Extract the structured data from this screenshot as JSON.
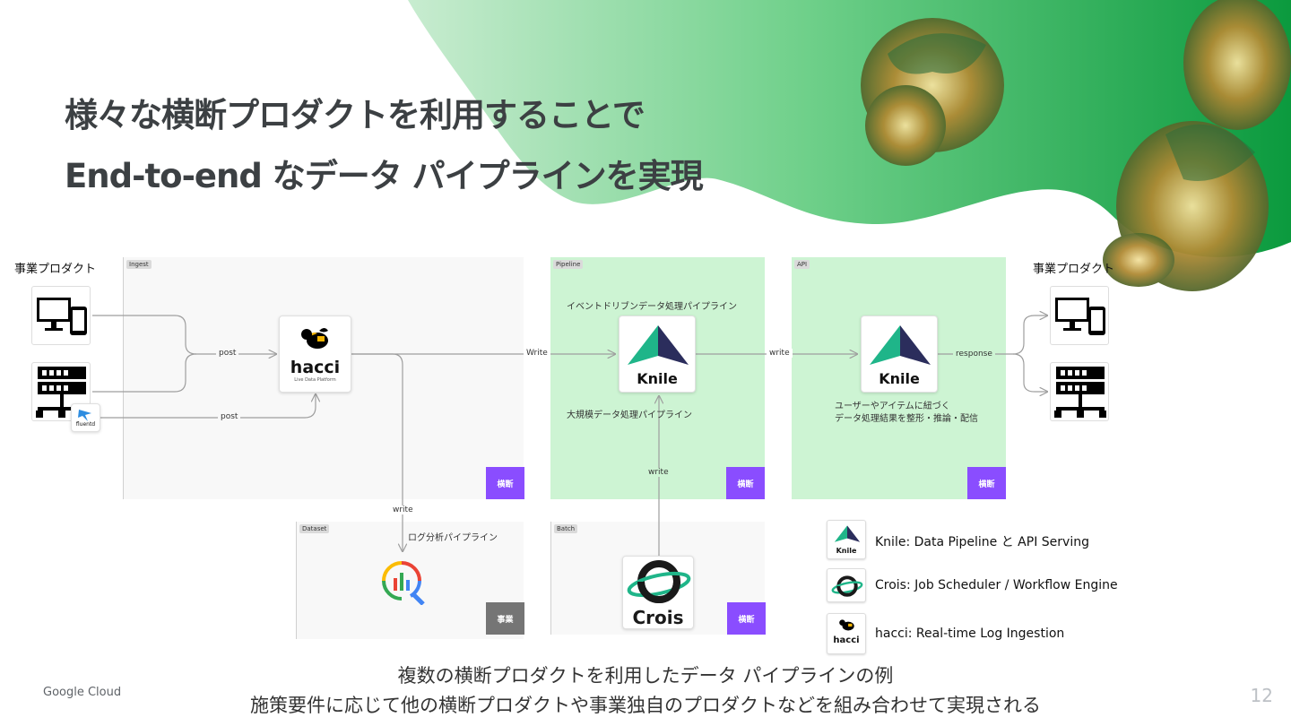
{
  "title": {
    "line1": "様々な横断プロダクトを利用することで",
    "line2": "End-to-end なデータ パイプラインを実現"
  },
  "left_side": {
    "title": "事業プロダクト"
  },
  "right_side": {
    "title": "事業プロダクト"
  },
  "panels": {
    "ingest": {
      "tag": "Ingest",
      "badge": "横断"
    },
    "pipeline": {
      "tag": "Pipeline",
      "badge": "横断",
      "caption_top": "イベントドリブンデータ処理パイプライン",
      "caption_bottom": "大規模データ処理パイプライン"
    },
    "api": {
      "tag": "API",
      "badge": "横断",
      "caption_line1": "ユーザーやアイテムに紐づく",
      "caption_line2": "データ処理結果を整形・推論・配信"
    },
    "dataset": {
      "tag": "Dataset",
      "badge": "事業",
      "caption": "ログ分析パイプライン"
    },
    "batch": {
      "tag": "Batch",
      "badge": "横断"
    }
  },
  "edges": {
    "post1": "post",
    "post2": "post",
    "write_pipeline": "Write",
    "write_api": "write",
    "write_batch": "write",
    "write_dataset": "write",
    "response": "response"
  },
  "nodes": {
    "hacci": {
      "name": "hacci",
      "sub": "Live Data Platform"
    },
    "knile_pipeline": {
      "name": "Knile"
    },
    "knile_api": {
      "name": "Knile"
    },
    "crois": {
      "name": "Crois"
    },
    "fluentd": {
      "name": "fluentd"
    }
  },
  "legend": [
    {
      "icon": "knile-logo-icon",
      "icon_label": "Knile",
      "text": "Knile: Data Pipeline と API Serving"
    },
    {
      "icon": "crois-logo-icon",
      "icon_label": "",
      "text": "Crois: Job Scheduler / Workflow Engine"
    },
    {
      "icon": "hacci-logo-icon",
      "icon_label": "hacci",
      "text": "hacci: Real-time Log Ingestion"
    }
  ],
  "bottom_caption": {
    "line1": "複数の横断プロダクトを利用したデータ パイプラインの例",
    "line2": "施策要件に応じて他の横断プロダクトや事業独自のプロダクトなどを組み合わせて実現される"
  },
  "footer": {
    "brand": "Google Cloud",
    "page": "12"
  },
  "colors": {
    "accent_purple": "#8a4dff",
    "panel_green": "#cdf4d3",
    "knile_teal": "#1fb589",
    "knile_navy": "#2b2d5c"
  }
}
